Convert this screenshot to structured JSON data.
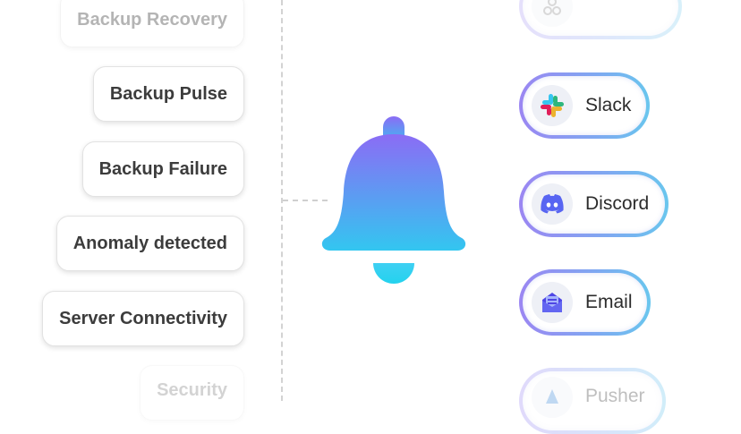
{
  "alerts": [
    {
      "label": "Backup Recovery"
    },
    {
      "label": "Backup Pulse"
    },
    {
      "label": "Backup Failure"
    },
    {
      "label": "Anomaly detected"
    },
    {
      "label": "Server Connectivity"
    },
    {
      "label": "Security"
    }
  ],
  "hub": {
    "icon": "bell-icon",
    "gradient": [
      "#8b6cf5",
      "#2ecaf0"
    ]
  },
  "channels": [
    {
      "label": "",
      "icon": "webhook-icon"
    },
    {
      "label": "Slack",
      "icon": "slack-icon"
    },
    {
      "label": "Discord",
      "icon": "discord-icon"
    },
    {
      "label": "Email",
      "icon": "email-icon"
    },
    {
      "label": "Pusher",
      "icon": "pusher-icon"
    }
  ]
}
